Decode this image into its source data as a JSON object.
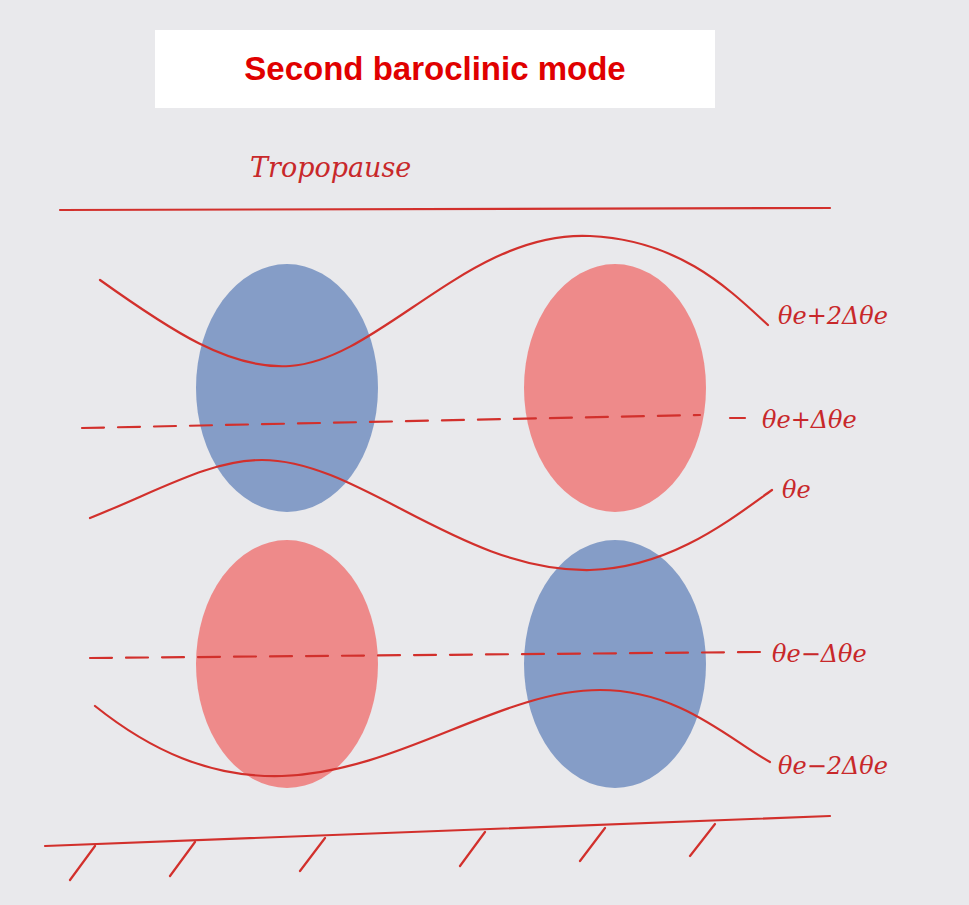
{
  "diagram": {
    "title": "Second baroclinic mode",
    "labels": [
      "Tropopause",
      "θe+2Δθe",
      "θe+Δθe",
      "θe",
      "θe−Δθe",
      "θe−2Δθe"
    ]
  }
}
